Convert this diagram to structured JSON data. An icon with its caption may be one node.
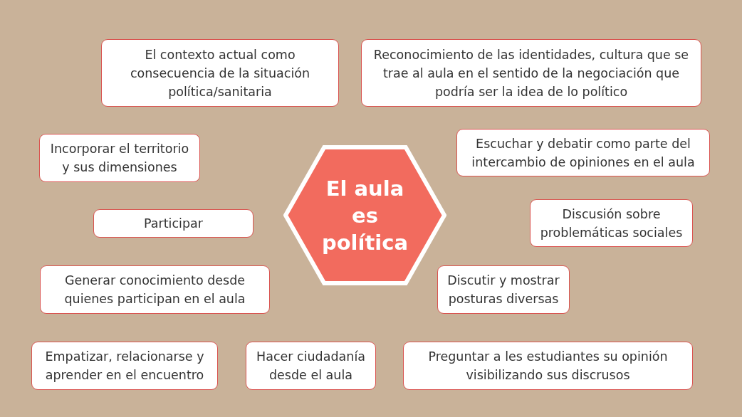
{
  "diagram": {
    "nodes": [
      {
        "text": [
          "El contexto actual como consecuencia de la situación política/sanitaria"
        ]
      },
      {
        "text": [
          "Reconocimiento de las identidades, cultura que se trae al aula en el sentido de la negociación que podría ser la idea de lo político"
        ]
      },
      {
        "text": [
          "Incorporar el territorio y sus dimensiones"
        ]
      },
      {
        "text": [
          "Escuchar y debatir como parte del intercambio de opiniones en el aula"
        ]
      },
      {
        "text": [
          "El aula es política"
        ]
      },
      {
        "text": [
          "Participar"
        ]
      },
      {
        "text": [
          "Discusión sobre problemáticas sociales"
        ]
      },
      {
        "text": [
          "Generar conocimiento desde quienes participan en el aula"
        ]
      },
      {
        "text": [
          "Discutir y mostrar posturas diversas"
        ]
      },
      {
        "text": [
          "Empatizar, relacionarse y aprender en el encuentro"
        ]
      },
      {
        "text": [
          "Hacer ciudadanía desde el aula"
        ]
      },
      {
        "text": [
          "Preguntar a les estudiantes su opinión visibilizando sus discrusos"
        ]
      }
    ],
    "edges": []
  }
}
